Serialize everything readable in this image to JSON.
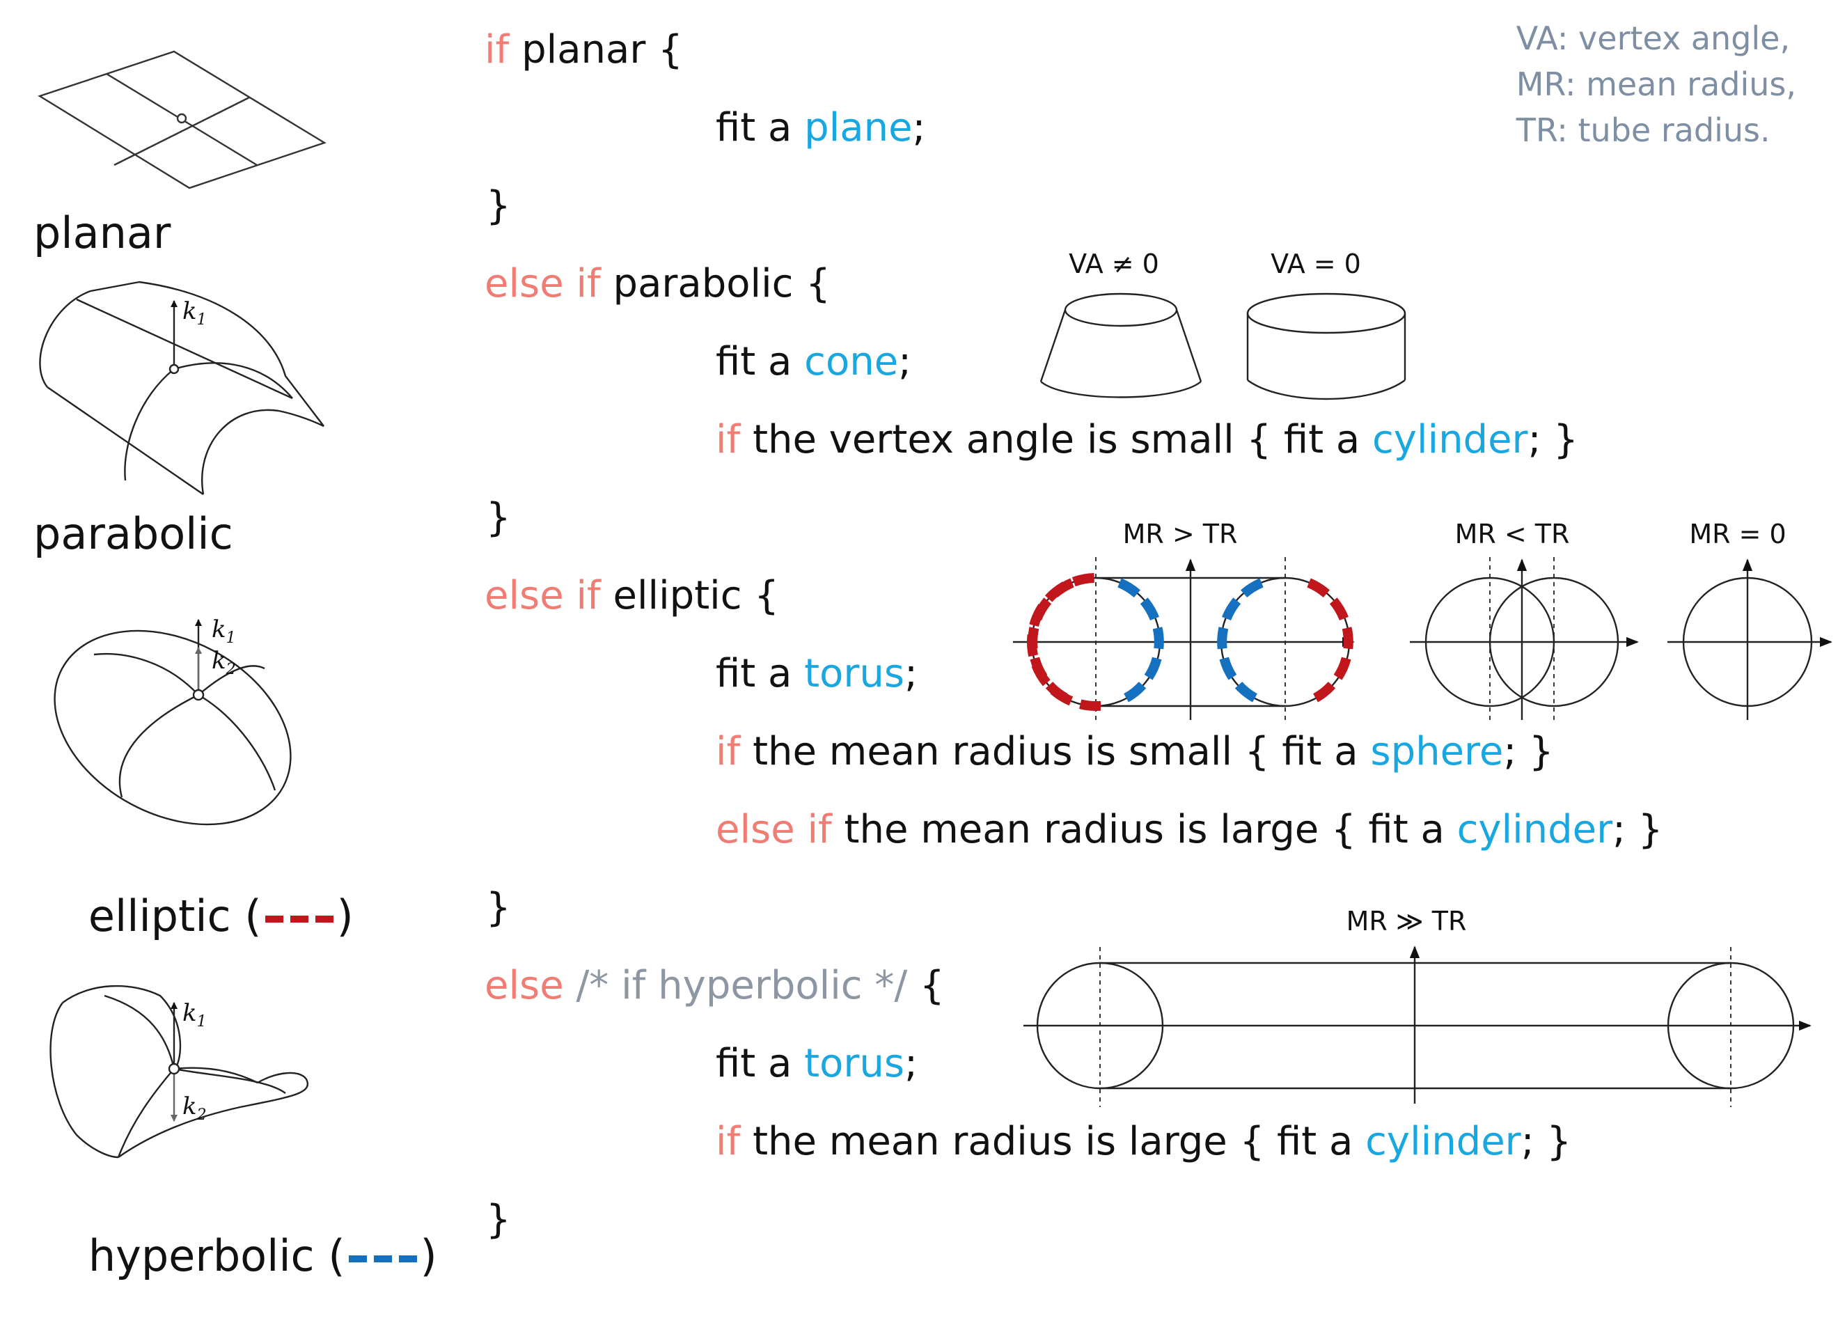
{
  "legend": [
    "VA: vertex angle,",
    "MR: mean radius,",
    "TR: tube radius."
  ],
  "surface_labels": {
    "planar": "planar",
    "parabolic": "parabolic",
    "elliptic": "elliptic (",
    "hyperbolic": "hyperbolic (",
    "close_paren": ")"
  },
  "axis_labels": {
    "k1": "k",
    "k1_sub": "1",
    "k2": "k",
    "k2_sub": "2"
  },
  "code": {
    "l1": {
      "kw": "if",
      "rest": " planar {"
    },
    "l2": {
      "a": "fit a ",
      "ty": "plane",
      "b": ";"
    },
    "brace": "}",
    "l4": {
      "kw": "else if",
      "rest": " parabolic {"
    },
    "l5": {
      "a": "fit a ",
      "ty": "cone",
      "b": ";"
    },
    "l6": {
      "kw": "if",
      "a": " the vertex angle is small { fit a ",
      "ty": "cylinder",
      "b": "; }"
    },
    "l8": {
      "kw": "else if",
      "rest": " elliptic {"
    },
    "l9": {
      "a": "fit a ",
      "ty": "torus",
      "b": ";"
    },
    "l10": {
      "kw": "if",
      "a": " the mean radius is small { fit a ",
      "ty": "sphere",
      "b": "; }"
    },
    "l11": {
      "kw": "else if",
      "a": " the mean radius is large { fit a ",
      "ty": "cylinder",
      "b": "; }"
    },
    "l13": {
      "kw": "else",
      "cm": " /* if hyperbolic */",
      "rest": " {"
    },
    "l14": {
      "a": "fit a ",
      "ty": "torus",
      "b": ";"
    },
    "l15": {
      "kw": "if",
      "a": " the mean radius is large { fit a ",
      "ty": "cylinder",
      "b": "; }"
    }
  },
  "figures": {
    "cone_label": "VA ≠ 0",
    "cylinder_label": "VA = 0",
    "torus_label": "MR > TR",
    "spindle_label": "MR < TR",
    "sphere_label": "MR = 0",
    "wide_torus_label": "MR ≫ TR"
  },
  "colors": {
    "keyword": "#f07c73",
    "type": "#18a7e0",
    "comment": "#8d96a3",
    "elliptic": "#c0161c",
    "hyperbolic": "#1570c0",
    "legend": "#7e8ea3"
  }
}
